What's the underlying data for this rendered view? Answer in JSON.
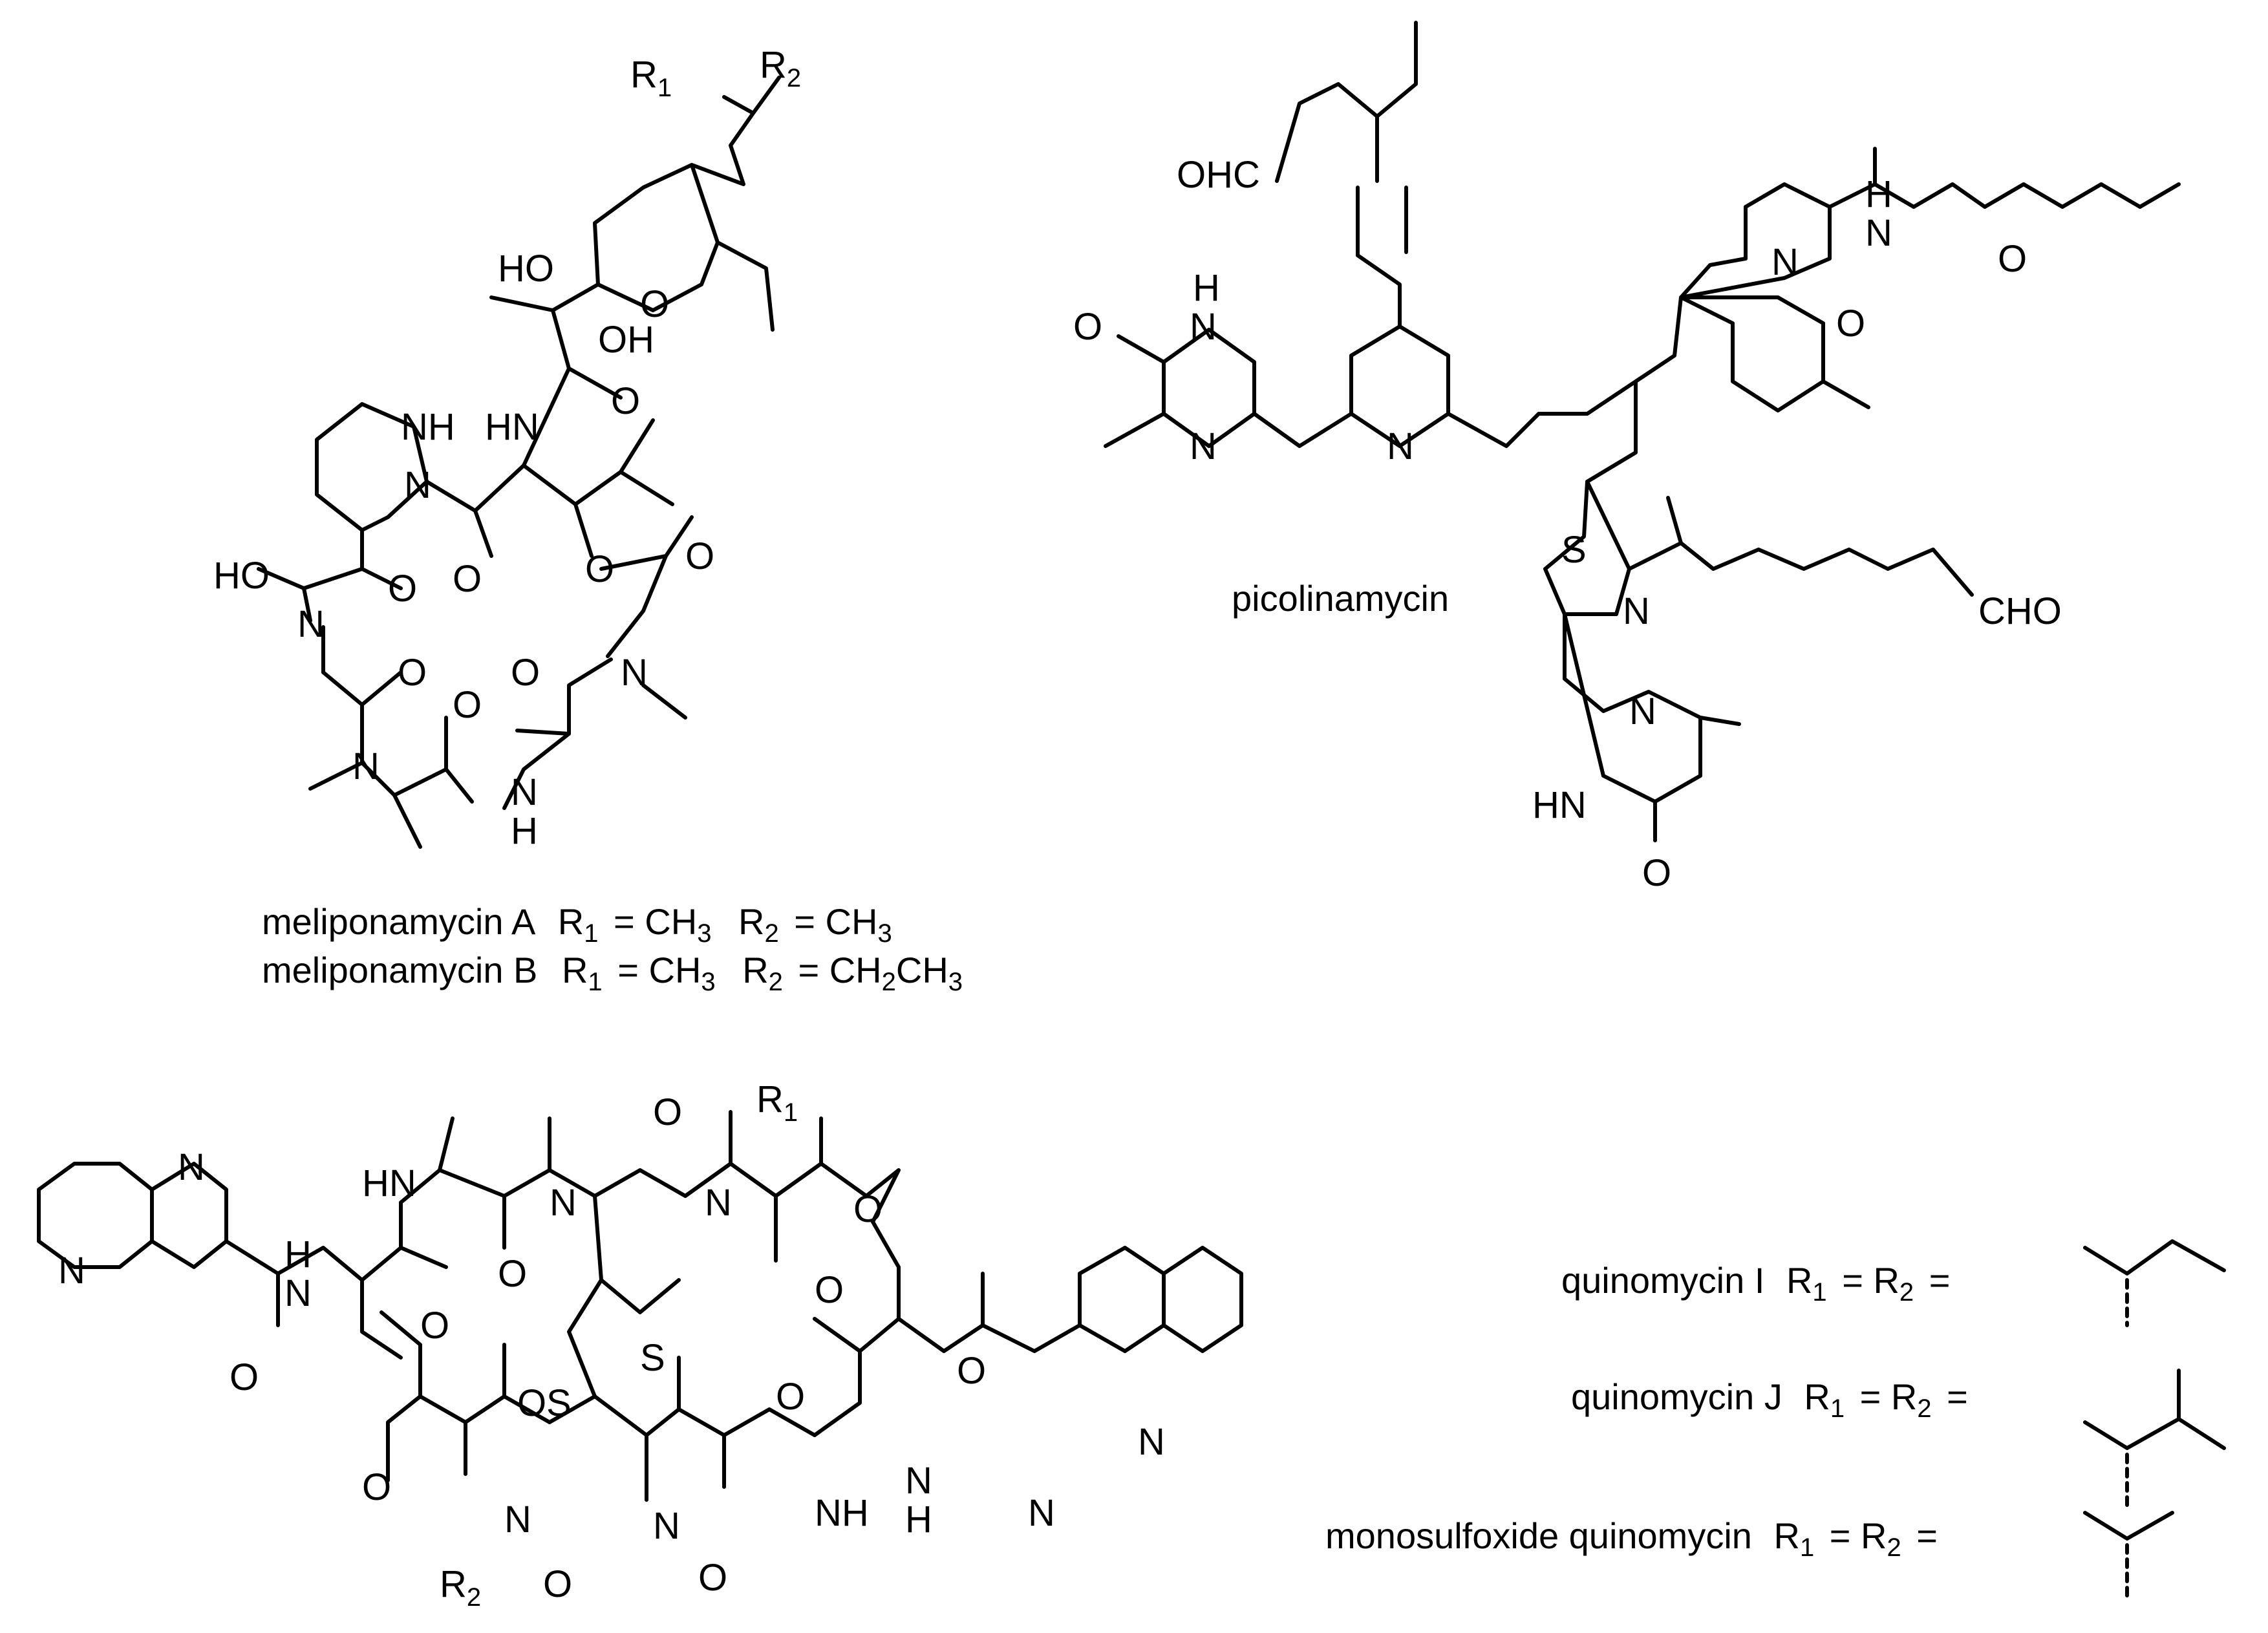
{
  "meliponamycin": {
    "r_labels": [
      "R",
      "R"
    ],
    "r_subs": [
      "1",
      "2"
    ],
    "atoms": [
      "NH",
      "N",
      "HN",
      "HO",
      "OH",
      "O",
      "O",
      "O",
      "O",
      "HO",
      "N",
      "O",
      "O",
      "O",
      "O",
      "N",
      "N",
      "O",
      "N",
      "H"
    ],
    "caption_a": {
      "name": "meliponamycin A",
      "r1": "R",
      "r1_sub": "1",
      "eq1": "= CH",
      "eq1_sub": "3",
      "r2": "R",
      "r2_sub": "2",
      "eq2": "= CH",
      "eq2_sub": "3"
    },
    "caption_b": {
      "name": "meliponamycin B",
      "r1": "R",
      "r1_sub": "1",
      "eq1": "= CH",
      "eq1_sub": "3",
      "r2": "R",
      "r2_sub": "2",
      "eq2a": "= CH",
      "eq2a_sub": "2",
      "eq2b": "CH",
      "eq2b_sub": "3"
    }
  },
  "picolinamycin": {
    "name": "picolinamycin",
    "labels": {
      "ohc": "OHC",
      "cho": "CHO",
      "pyrazinone_top": [
        "O",
        "N",
        "H",
        "N"
      ],
      "pyridine1_n": "N",
      "pyridine2_n": "N",
      "amide": [
        "H",
        "N",
        "O"
      ],
      "ether_o": "O",
      "thiazole": [
        "S",
        "N"
      ],
      "pyrazinone_bottom": [
        "N",
        "HN",
        "O"
      ]
    }
  },
  "quinomycin": {
    "labels": {
      "quinoxaline_left": [
        "N",
        "N"
      ],
      "amide_left": [
        "H",
        "N",
        "O"
      ],
      "ring": [
        "HN",
        "O",
        "N",
        "O",
        "O",
        "N",
        "O",
        "O",
        "S",
        "S",
        "O",
        "N",
        "O",
        "N",
        "O",
        "NH",
        "O",
        "N",
        "H",
        "O",
        "O"
      ],
      "r1": "R",
      "r1_sub": "1",
      "r2": "R",
      "r2_sub": "2",
      "quinoxaline_right": [
        "N",
        "N"
      ]
    },
    "variants": [
      {
        "name": "quinomycin I",
        "r1": "R",
        "r1_sub": "1",
        "eq": "= R",
        "eq_sub": "2",
        "tail": "="
      },
      {
        "name": "quinomycin J",
        "r1": "R",
        "r1_sub": "1",
        "eq": "= R",
        "eq_sub": "2",
        "tail": "="
      },
      {
        "name": "monosulfoxide quinomycin",
        "r1": "R",
        "r1_sub": "1",
        "eq": "= R",
        "eq_sub": "2",
        "tail": "="
      }
    ]
  }
}
